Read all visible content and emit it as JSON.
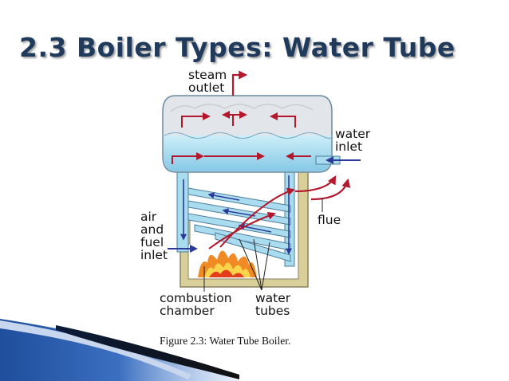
{
  "slide": {
    "title": "2.3 Boiler Types: Water Tube",
    "caption": "Figure 2.3: Water Tube Boiler."
  },
  "diagram": {
    "labels": {
      "steam_outlet_1": "steam",
      "steam_outlet_2": "outlet",
      "water_inlet_1": "water",
      "water_inlet_2": "inlet",
      "air_1": "air",
      "air_2": "and",
      "air_3": "fuel",
      "air_4": "inlet",
      "flue": "flue",
      "combustion_1": "combustion",
      "combustion_2": "chamber",
      "tubes_1": "water",
      "tubes_2": "tubes"
    }
  },
  "colors": {
    "title": "#1f3a5a",
    "water": "#a9dcef",
    "steam": "#e2e6ea",
    "casing": "#d9cf99",
    "arrow_red": "#b3182c",
    "arrow_blue": "#2c3b9a",
    "accent": "#2a4f8f"
  }
}
